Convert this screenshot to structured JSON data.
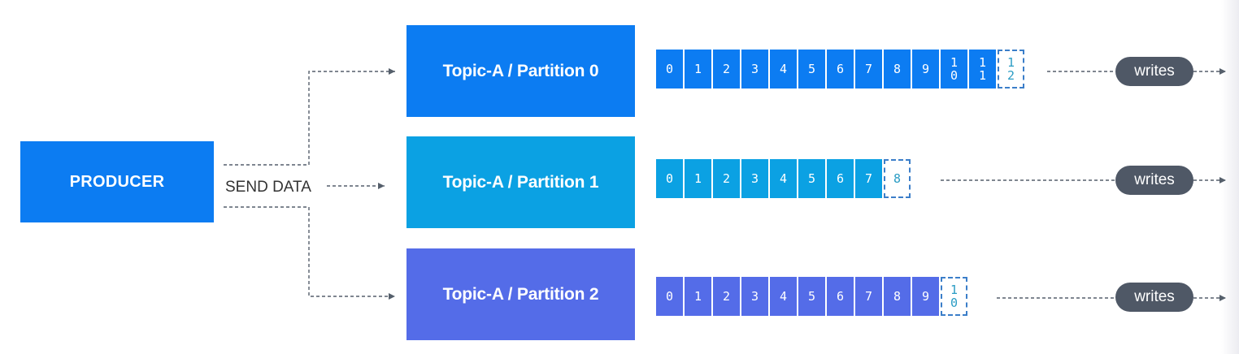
{
  "producer": {
    "label": "PRODUCER",
    "color": "#0c7cf2"
  },
  "send_label": "SEND DATA",
  "partitions": [
    {
      "topic_label": "Topic-A / Partition 0",
      "color": "#0c7cf2",
      "offsets": [
        "0",
        "1",
        "2",
        "3",
        "4",
        "5",
        "6",
        "7",
        "8",
        "9",
        "1\n0",
        "1\n1"
      ],
      "next_offset": "1\n2",
      "write_label": "writes"
    },
    {
      "topic_label": "Topic-A / Partition 1",
      "color": "#0ba1e3",
      "offsets": [
        "0",
        "1",
        "2",
        "3",
        "4",
        "5",
        "6",
        "7"
      ],
      "next_offset": "8",
      "write_label": "writes"
    },
    {
      "topic_label": "Topic-A / Partition 2",
      "color": "#546ce8",
      "offsets": [
        "0",
        "1",
        "2",
        "3",
        "4",
        "5",
        "6",
        "7",
        "8",
        "9"
      ],
      "next_offset": "1\n0",
      "write_label": "writes"
    }
  ],
  "colors": {
    "connector": "#555f6b",
    "pill": "#4f5866",
    "pending_border": "#3b7ec9"
  }
}
